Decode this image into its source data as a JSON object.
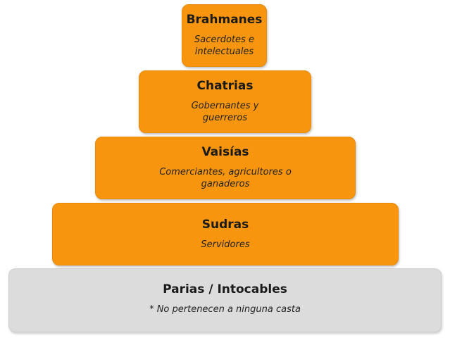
{
  "pyramid": {
    "tiers": [
      {
        "title": "Brahmanes",
        "description": "Sacerdotes e intelectuales",
        "color": "#f7950f"
      },
      {
        "title": "Chatrias",
        "description": "Gobernantes y guerreros",
        "color": "#f7950f"
      },
      {
        "title": "Vaisías",
        "description": "Comerciantes, agricultores o ganaderos",
        "color": "#f7950f"
      },
      {
        "title": "Sudras",
        "description": "Servidores",
        "color": "#f7950f"
      },
      {
        "title": "Parias / Intocables",
        "description": "* No pertenecen a ninguna casta",
        "color": "#dcdcdc"
      }
    ]
  }
}
